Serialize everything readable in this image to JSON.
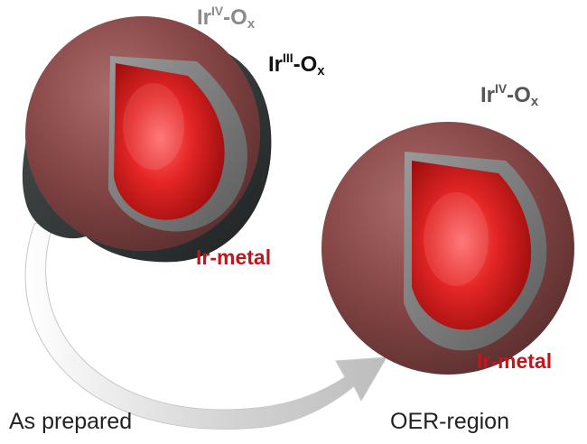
{
  "labels": {
    "left_outer_oxide": {
      "base": "Ir",
      "sup": "IV",
      "mid": "-O",
      "sub": "x"
    },
    "left_inner_oxide": {
      "base": "Ir",
      "sup": "III",
      "mid": "-O",
      "sub": "x"
    },
    "left_core": "Ir-metal",
    "right_oxide": {
      "base": "Ir",
      "sup": "IV",
      "mid": "-O",
      "sub": "x"
    },
    "right_core": "Ir-metal",
    "caption_left": "As prepared",
    "caption_right": "OER-region"
  },
  "colors": {
    "shell": "#8a4848",
    "shell_cut": "#7d7d7d",
    "dark_layer": "#2e3333",
    "core": "#dd1f1f",
    "arrow": "#d0d0d0",
    "label_red": "#c0161c",
    "label_gray": "#8a8a8a"
  }
}
